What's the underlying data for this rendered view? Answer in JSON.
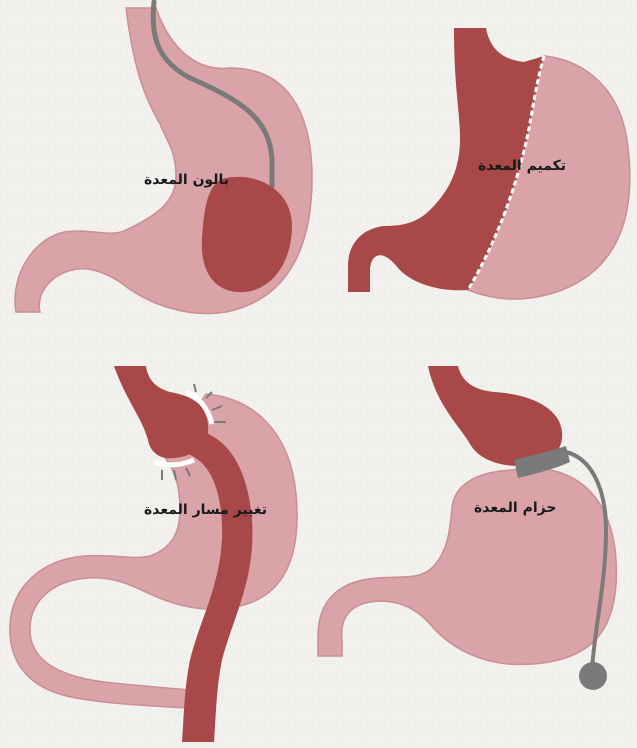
{
  "panels": [
    {
      "id": "balloon",
      "label": "بالون المعدة"
    },
    {
      "id": "sleeve",
      "label": "تكميم المعدة"
    },
    {
      "id": "bypass",
      "label": "تغيير مسار المعدة"
    },
    {
      "id": "band",
      "label": "حزام المعدة"
    }
  ],
  "colors": {
    "background": "#f3f1ee",
    "stomach_light": "#d9a3a7",
    "stomach_dark": "#a84848",
    "band_gray": "#7a7a7a",
    "staple_line": "#ffffff",
    "label_text": "#1a1a1a"
  }
}
